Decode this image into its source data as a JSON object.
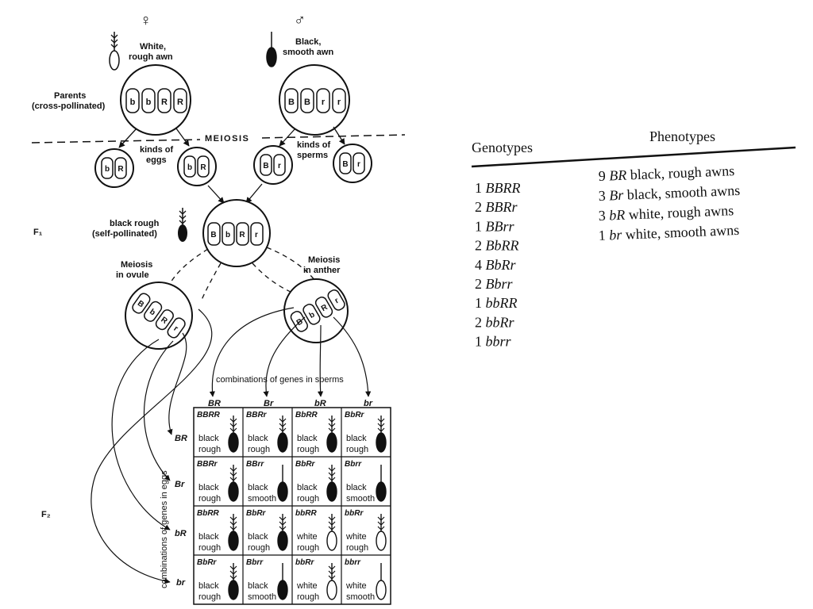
{
  "female_symbol": "♀",
  "male_symbol": "♂",
  "female_parent": {
    "line1": "White,",
    "line2": "rough awn",
    "genes": [
      "b",
      "b",
      "R",
      "R"
    ]
  },
  "male_parent": {
    "line1": "Black,",
    "line2": "smooth awn",
    "genes": [
      "B",
      "B",
      "r",
      "r"
    ]
  },
  "parents_label": {
    "line1": "Parents",
    "line2": "(cross-pollinated)"
  },
  "meiosis_label": "MEIOSIS",
  "eggs_label": {
    "line1": "kinds of",
    "line2": "eggs"
  },
  "sperms_label": {
    "line1": "kinds of",
    "line2": "sperms"
  },
  "egg_cells": [
    [
      "b",
      "R"
    ],
    [
      "b",
      "R"
    ]
  ],
  "sperm_cells": [
    [
      "B",
      "r"
    ],
    [
      "B",
      "r"
    ]
  ],
  "f1_label": "F₁",
  "f1_plant": {
    "line1": "black rough",
    "line2": "(self-pollinated)",
    "genes": [
      "B",
      "b",
      "R",
      "r"
    ]
  },
  "ovule_label": {
    "line1": "Meiosis",
    "line2": "in ovule"
  },
  "anther_label": {
    "line1": "Meiosis",
    "line2": "in anther"
  },
  "ovule_genes": [
    "B",
    "b",
    "R",
    "r"
  ],
  "anther_genes": [
    "B",
    "b",
    "R",
    "r"
  ],
  "sperm_combo_label": "combinations of genes in sperms",
  "egg_combo_label": "combinations of genes in eggs",
  "f2_label": "F₂",
  "sperm_headers": [
    "BR",
    "Br",
    "bR",
    "br"
  ],
  "egg_headers": [
    "BR",
    "Br",
    "bR",
    "br"
  ],
  "grid": [
    [
      {
        "g": "BBRR",
        "p1": "black",
        "p2": "rough",
        "seed": "black",
        "awn": "rough"
      },
      {
        "g": "BBRr",
        "p1": "black",
        "p2": "rough",
        "seed": "black",
        "awn": "rough"
      },
      {
        "g": "BbRR",
        "p1": "black",
        "p2": "rough",
        "seed": "black",
        "awn": "rough"
      },
      {
        "g": "BbRr",
        "p1": "black",
        "p2": "rough",
        "seed": "black",
        "awn": "rough"
      }
    ],
    [
      {
        "g": "BBRr",
        "p1": "black",
        "p2": "rough",
        "seed": "black",
        "awn": "rough"
      },
      {
        "g": "BBrr",
        "p1": "black",
        "p2": "smooth",
        "seed": "black",
        "awn": "smooth"
      },
      {
        "g": "BbRr",
        "p1": "black",
        "p2": "rough",
        "seed": "black",
        "awn": "rough"
      },
      {
        "g": "Bbrr",
        "p1": "black",
        "p2": "smooth",
        "seed": "black",
        "awn": "smooth"
      }
    ],
    [
      {
        "g": "BbRR",
        "p1": "black",
        "p2": "rough",
        "seed": "black",
        "awn": "rough"
      },
      {
        "g": "BbRr",
        "p1": "black",
        "p2": "rough",
        "seed": "black",
        "awn": "rough"
      },
      {
        "g": "bbRR",
        "p1": "white",
        "p2": "rough",
        "seed": "white",
        "awn": "rough"
      },
      {
        "g": "bbRr",
        "p1": "white",
        "p2": "rough",
        "seed": "white",
        "awn": "rough"
      }
    ],
    [
      {
        "g": "BbRr",
        "p1": "black",
        "p2": "rough",
        "seed": "black",
        "awn": "rough"
      },
      {
        "g": "Bbrr",
        "p1": "black",
        "p2": "smooth",
        "seed": "black",
        "awn": "smooth"
      },
      {
        "g": "bbRr",
        "p1": "white",
        "p2": "rough",
        "seed": "white",
        "awn": "rough"
      },
      {
        "g": "bbrr",
        "p1": "white",
        "p2": "smooth",
        "seed": "white",
        "awn": "smooth"
      }
    ]
  ],
  "table": {
    "genotypes_header": "Genotypes",
    "phenotypes_header": "Phenotypes",
    "genotypes": [
      {
        "n": "1",
        "g": "BBRR"
      },
      {
        "n": "2",
        "g": "BBRr"
      },
      {
        "n": "1",
        "g": "BBrr"
      },
      {
        "n": "2",
        "g": "BbRR"
      },
      {
        "n": "4",
        "g": "BbRr"
      },
      {
        "n": "2",
        "g": "Bbrr"
      },
      {
        "n": "1",
        "g": "bbRR"
      },
      {
        "n": "2",
        "g": "bbRr"
      },
      {
        "n": "1",
        "g": "bbrr"
      }
    ],
    "phenotypes": [
      {
        "n": "9",
        "g": "BR",
        "desc": "black, rough awns"
      },
      {
        "n": "3",
        "g": "Br",
        "desc": "black, smooth awns"
      },
      {
        "n": "3",
        "g": "bR",
        "desc": "white, rough awns"
      },
      {
        "n": "1",
        "g": "br",
        "desc": "white, smooth awns"
      }
    ]
  }
}
